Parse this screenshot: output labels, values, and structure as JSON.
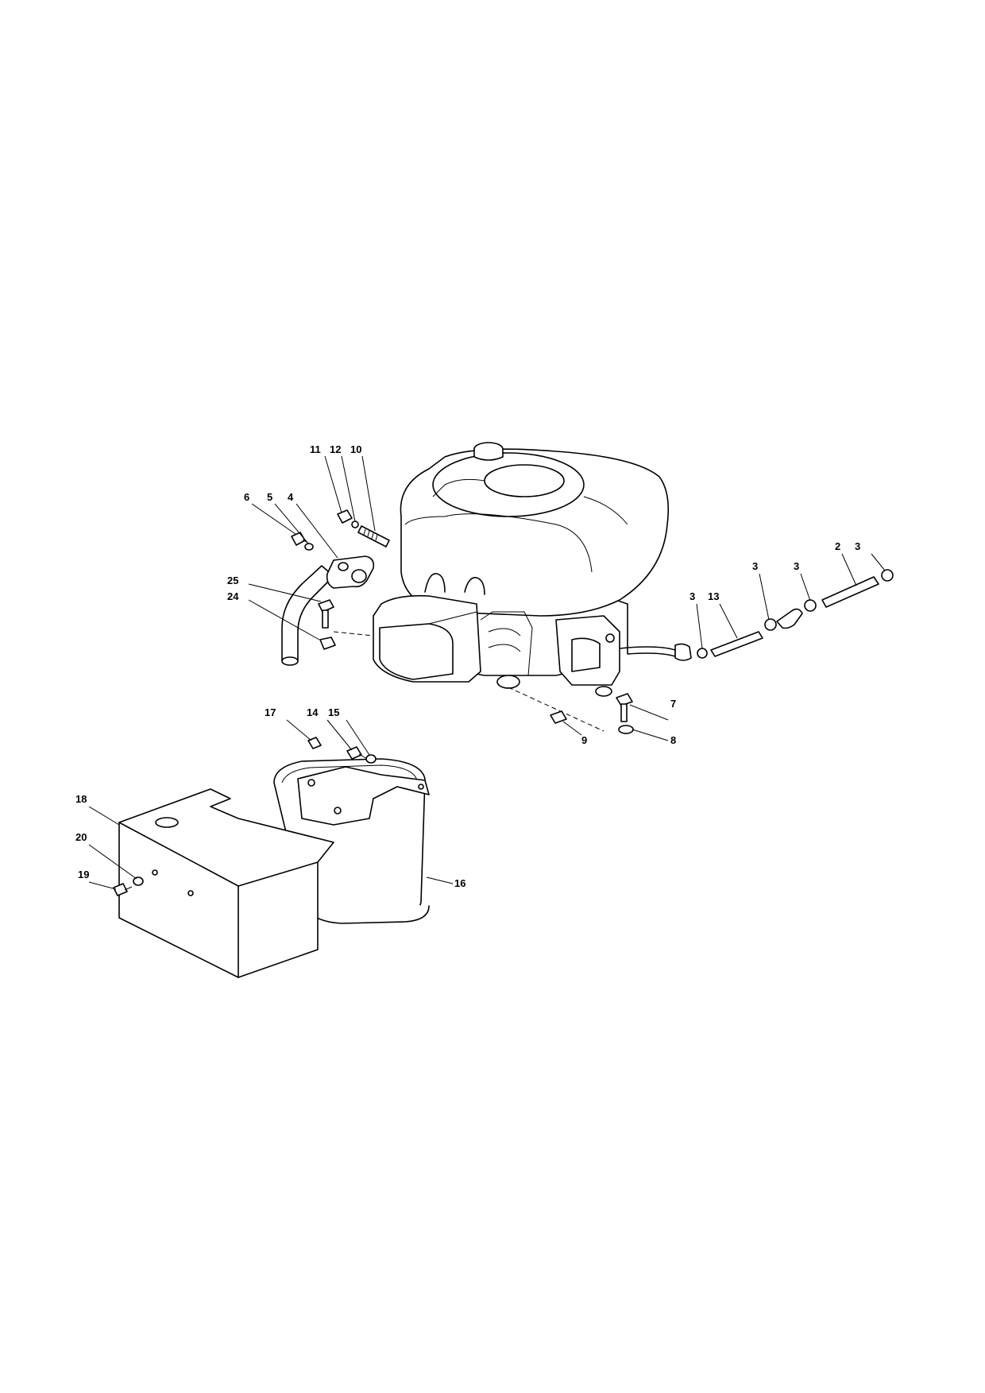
{
  "callouts": [
    {
      "id": "c11",
      "text": "11"
    },
    {
      "id": "c12",
      "text": "12"
    },
    {
      "id": "c10",
      "text": "10"
    },
    {
      "id": "c6",
      "text": "6"
    },
    {
      "id": "c5",
      "text": "5"
    },
    {
      "id": "c4",
      "text": "4"
    },
    {
      "id": "c25",
      "text": "25"
    },
    {
      "id": "c24",
      "text": "24"
    },
    {
      "id": "c2",
      "text": "2"
    },
    {
      "id": "c3a",
      "text": "3"
    },
    {
      "id": "c3b",
      "text": "3"
    },
    {
      "id": "c3c",
      "text": "3"
    },
    {
      "id": "c3d",
      "text": "3"
    },
    {
      "id": "c13",
      "text": "13"
    },
    {
      "id": "c7",
      "text": "7"
    },
    {
      "id": "c8",
      "text": "8"
    },
    {
      "id": "c9",
      "text": "9"
    },
    {
      "id": "c17",
      "text": "17"
    },
    {
      "id": "c14",
      "text": "14"
    },
    {
      "id": "c15",
      "text": "15"
    },
    {
      "id": "c18",
      "text": "18"
    },
    {
      "id": "c20",
      "text": "20"
    },
    {
      "id": "c19",
      "text": "19"
    },
    {
      "id": "c16",
      "text": "16"
    }
  ]
}
